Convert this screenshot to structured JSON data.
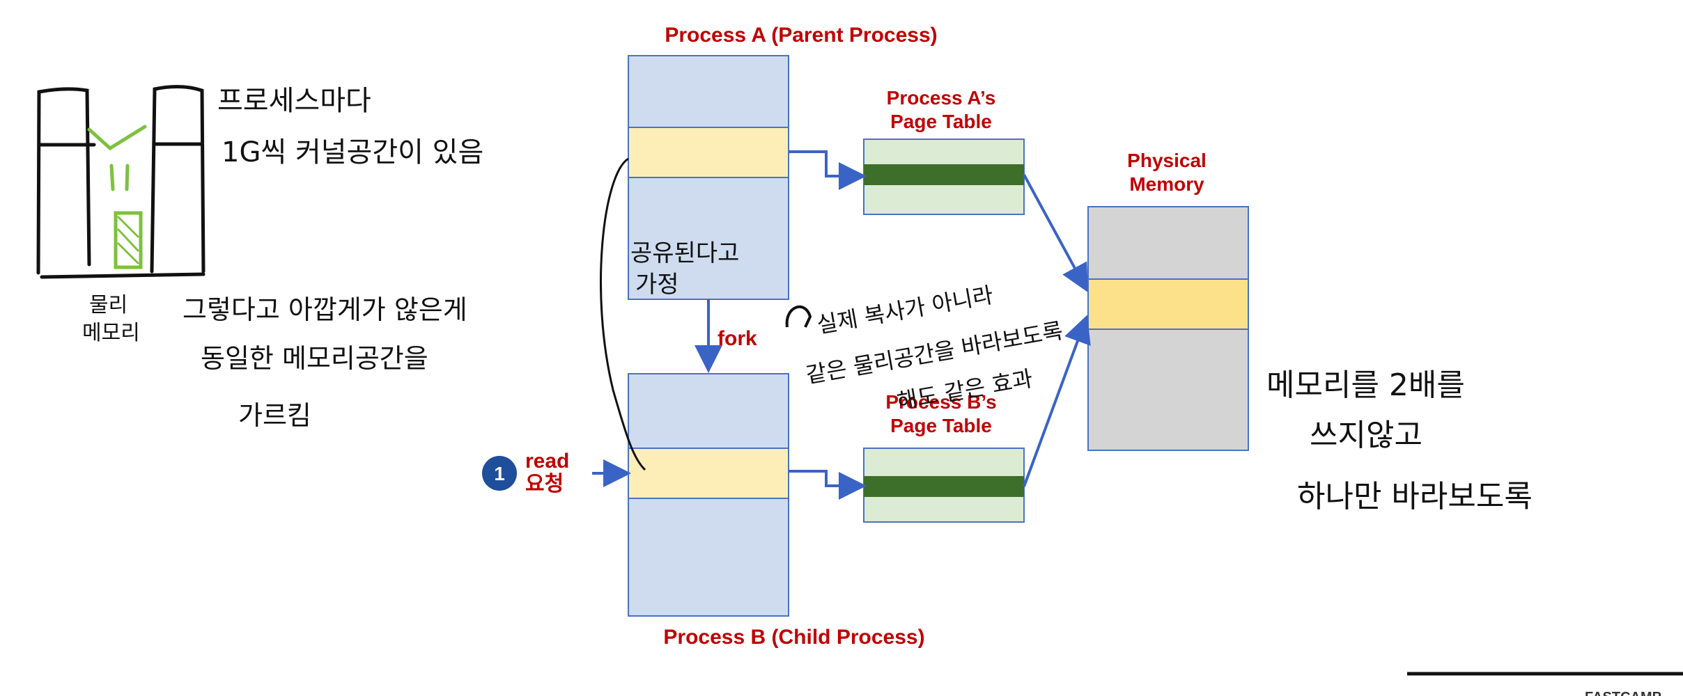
{
  "diagram": {
    "process_a_title": "Process A (Parent Process)",
    "process_b_title": "Process B (Child Process)",
    "page_table_a": [
      "Process A’s",
      "Page Table"
    ],
    "page_table_b": [
      "Process B’s",
      "Page Table"
    ],
    "physical_memory": [
      "Physical",
      "Memory"
    ],
    "fork_label": "fork",
    "read_step_number": "1",
    "read_label": [
      "read",
      "요청"
    ],
    "footer_brand": "FASTCAMP"
  },
  "annotations": {
    "top_left": [
      "프로세스마다",
      "1G씩 커널공간이 있음"
    ],
    "physical_mem": [
      "물리",
      "메모리"
    ],
    "same_space": [
      "그렇다고 아깝게가 않은게",
      "동일한 메모리공간을",
      "가르킴"
    ],
    "shared_assume": [
      "공유된다고",
      "가정"
    ],
    "middle_note": [
      "실제 복사가 아니라",
      "같은 물리공간을 바라보도록",
      "해도 같은 효과"
    ],
    "right_note": [
      "메모리를 2배를",
      "쓰지않고",
      "하나만 바라보도록"
    ]
  },
  "colors": {
    "process_block": "#cfdcf0",
    "highlight": "#fdeeb8",
    "page_table": "#dcebd3",
    "page_table_entry": "#3e6f2a",
    "physical_memory": "#d4d4d4",
    "physical_highlight": "#fde18a",
    "arrow": "#3a63c6",
    "label_red": "#c00000",
    "sketch_green": "#7dc13f"
  }
}
